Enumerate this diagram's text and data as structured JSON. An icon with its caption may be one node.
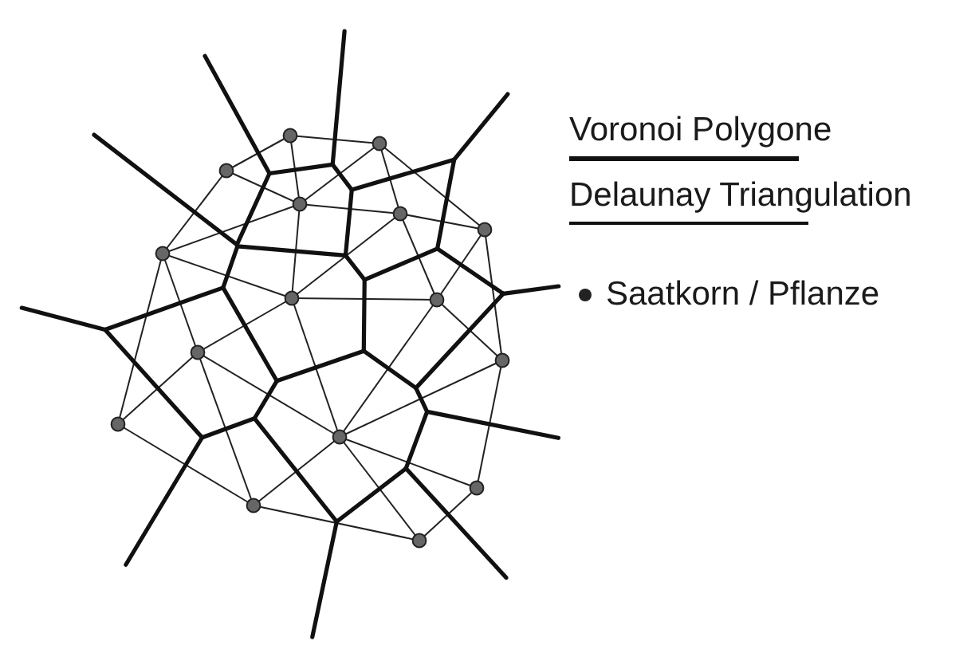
{
  "diagram": {
    "legend": [
      {
        "text": "Voronoi Polygone"
      },
      {
        "text": "Delaunay Triangulation"
      },
      {
        "text": "Saatkorn / Pflanze"
      }
    ]
  }
}
